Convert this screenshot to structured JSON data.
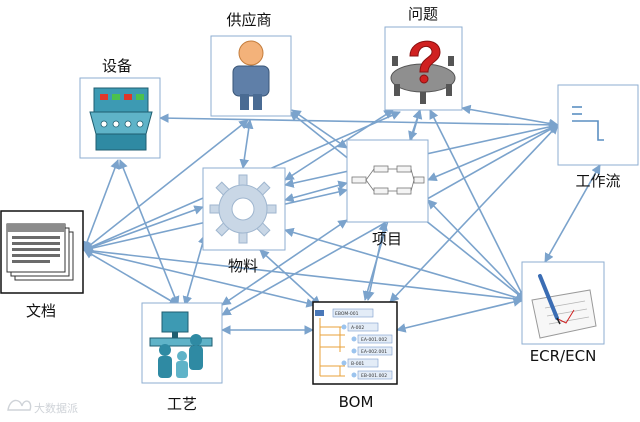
{
  "nodes": {
    "equipment": {
      "label": "设备"
    },
    "supplier": {
      "label": "供应商"
    },
    "issue": {
      "label": "问题"
    },
    "workflow": {
      "label": "工作流"
    },
    "document": {
      "label": "文档"
    },
    "material": {
      "label": "物料"
    },
    "project": {
      "label": "项目"
    },
    "process": {
      "label": "工艺"
    },
    "bom": {
      "label": "BOM",
      "tree": [
        "EBOM-001",
        "A-002",
        "EA-001.002",
        "EA-002.001",
        "B-001",
        "EB-001.002"
      ]
    },
    "ecr_ecn": {
      "label": "ECR/ECN"
    }
  },
  "watermark": {
    "text": "大数据派"
  },
  "colors": {
    "arrow": "#7ba3cc",
    "box_border": "#8eaed0",
    "gear": "#c9d7e6",
    "issue_mark": "#d02020"
  }
}
